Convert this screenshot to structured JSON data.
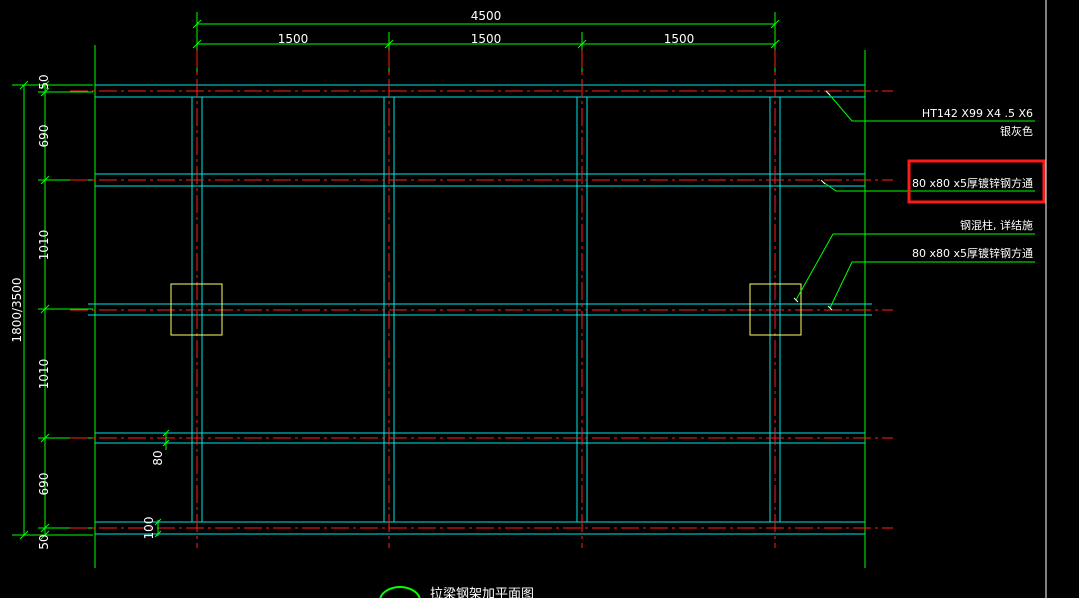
{
  "top_dimensions": {
    "total": "4500",
    "bays": [
      "1500",
      "1500",
      "1500"
    ]
  },
  "left_dimensions": {
    "overall": "1800/3500",
    "segments": [
      "50",
      "690",
      "1010",
      "1010",
      "690",
      "50"
    ]
  },
  "inner_dimensions": {
    "beam_80": "80",
    "beam_100": "100"
  },
  "annotations": [
    {
      "text": "HT142 X99 X4 .5 X6",
      "sub": "银灰色"
    },
    {
      "text": "80 x80 x5厚镀锌钢方通",
      "highlighted": true
    },
    {
      "text": "钢混柱, 详结施"
    },
    {
      "text": "80 x80 x5厚镀锌钢方通"
    }
  ],
  "bottom_title": "拉梁钢架加平面图",
  "colors": {
    "background": "#000000",
    "axis_line": "#ff2020",
    "member": "#00e5e5",
    "dimension": "#00ff00",
    "column_box": "#ffff66",
    "highlight": "#ff1a1a",
    "text": "#ffffff",
    "border": "#ffffff"
  }
}
